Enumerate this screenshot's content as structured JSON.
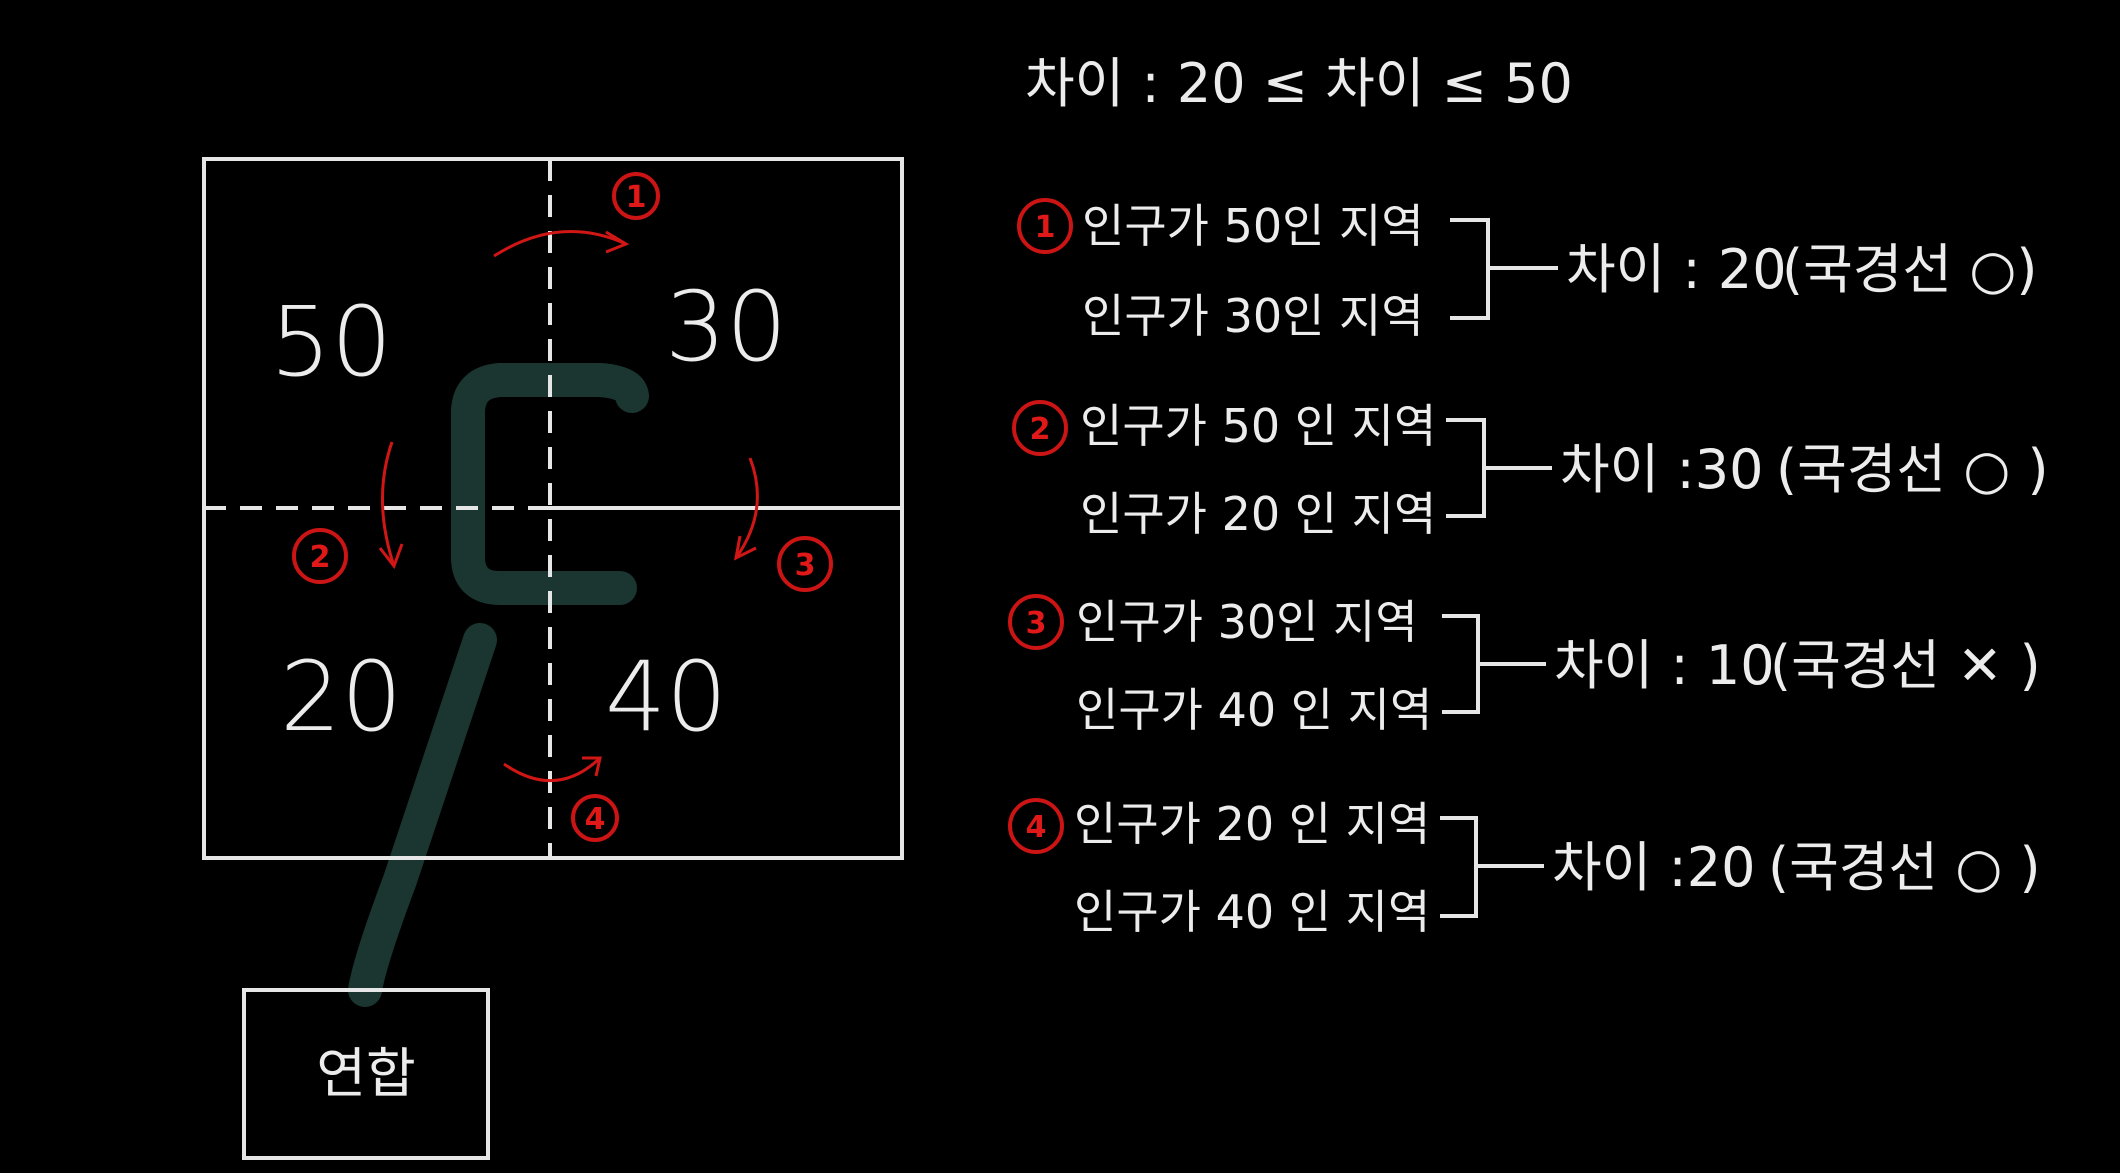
{
  "condition": "차이 : 20 ≤ 차이 ≤ 50",
  "grid": {
    "cells": [
      {
        "label": "50"
      },
      {
        "label": "30"
      },
      {
        "label": "20"
      },
      {
        "label": "40"
      }
    ]
  },
  "union_box": {
    "label": "연합"
  },
  "arrows": [
    {
      "badge": "1"
    },
    {
      "badge": "2"
    },
    {
      "badge": "3"
    },
    {
      "badge": "4"
    }
  ],
  "cases": [
    {
      "badge": "1",
      "line1": "인구가 50인 지역",
      "line2": "인구가 30인 지역",
      "result": "차이 : 20",
      "border": "(국경선 ○)"
    },
    {
      "badge": "2",
      "line1": "인구가 50 인 지역",
      "line2": "인구가 20 인 지역",
      "result": "차이 :30",
      "border": "(국경선 ○ )"
    },
    {
      "badge": "3",
      "line1": "인구가 30인 지역",
      "line2": "인구가 40 인 지역",
      "result": "차이 : 10",
      "border": "(국경선 ✕ )"
    },
    {
      "badge": "4",
      "line1": "인구가 20 인 지역",
      "line2": "인구가 40 인 지역",
      "result": "차이 :20",
      "border": "(국경선 ○ )"
    }
  ],
  "colors": {
    "background": "#000000",
    "chalk": "#ececec",
    "accent_red": "#d11616",
    "highlight_green": "#1b3530"
  }
}
